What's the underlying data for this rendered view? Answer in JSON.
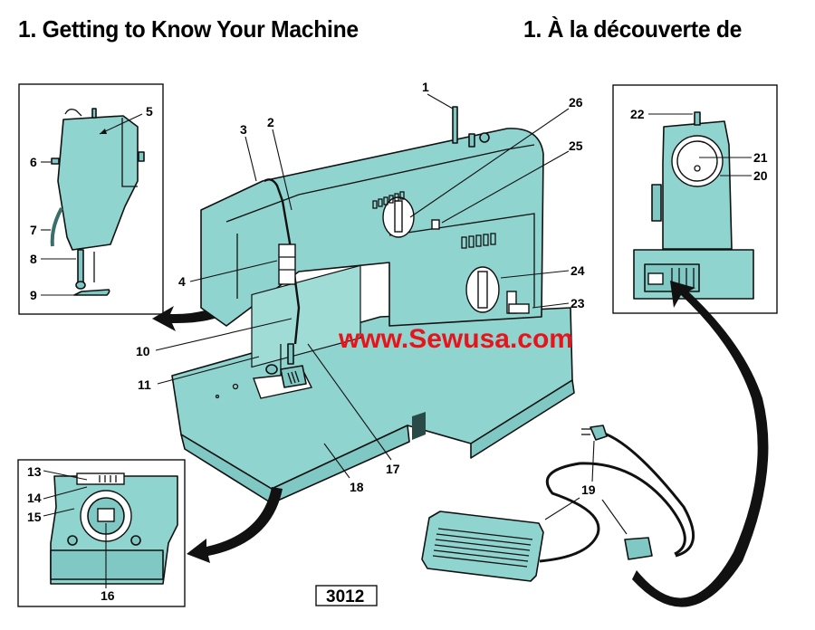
{
  "header": {
    "title_en": "1.  Getting to Know Your Machine",
    "title_fr": "1.  À la découverte de"
  },
  "watermark": "www.Sewusa.com",
  "model_number": "3012",
  "colors": {
    "machine_body": "#8fd4cf",
    "watermark": "#e8141b",
    "outline": "#111111"
  },
  "part_labels": {
    "main": [
      "1",
      "2",
      "3",
      "4",
      "10",
      "11",
      "17",
      "18",
      "23",
      "24",
      "25",
      "26"
    ],
    "side_view": [
      "5",
      "6",
      "7",
      "8",
      "9"
    ],
    "rear_view": [
      "20",
      "21",
      "22"
    ],
    "bobbin_view": [
      "13",
      "14",
      "15",
      "16"
    ],
    "accessories": [
      "19"
    ]
  },
  "labels": {
    "l1": "1",
    "l2": "2",
    "l3": "3",
    "l4": "4",
    "l5": "5",
    "l6": "6",
    "l7": "7",
    "l8": "8",
    "l9": "9",
    "l10": "10",
    "l11": "11",
    "l13": "13",
    "l14": "14",
    "l15": "15",
    "l16": "16",
    "l17": "17",
    "l18": "18",
    "l19": "19",
    "l20": "20",
    "l21": "21",
    "l22": "22",
    "l23": "23",
    "l24": "24",
    "l25": "25",
    "l26": "26"
  }
}
